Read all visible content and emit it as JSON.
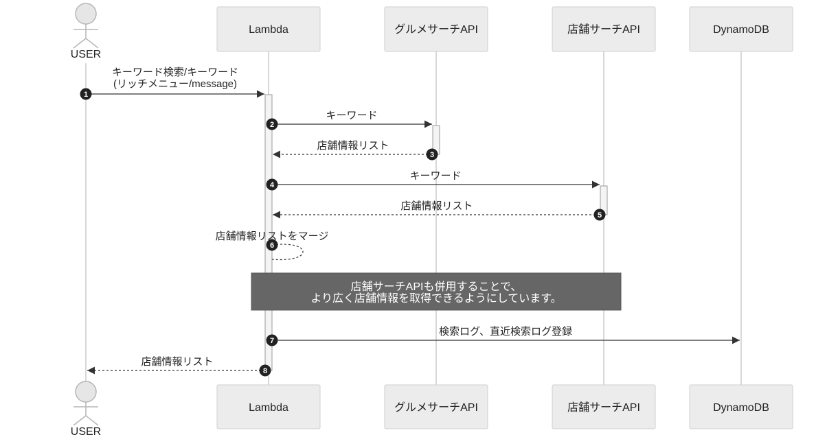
{
  "participants": {
    "user": "USER",
    "lambda": "Lambda",
    "gourmet": "グルメサーチAPI",
    "store": "店舗サーチAPI",
    "dynamo": "DynamoDB"
  },
  "messages": [
    {
      "num": "1",
      "line1": "キーワード検索/キーワード",
      "line2": "(リッチメニュー/message)"
    },
    {
      "num": "2",
      "label": "キーワード"
    },
    {
      "num": "3",
      "label": "店舗情報リスト"
    },
    {
      "num": "4",
      "label": "キーワード"
    },
    {
      "num": "5",
      "label": "店舗情報リスト"
    },
    {
      "num": "6",
      "label": "店舗情報リストをマージ"
    },
    {
      "num": "7",
      "label": "検索ログ、直近検索ログ登録"
    },
    {
      "num": "8",
      "label": "店舗情報リスト"
    }
  ],
  "note": {
    "line1": "店舗サーチAPIも併用することで、",
    "line2": "より広く店舗情報を取得できるようにしています。"
  },
  "colors": {
    "participant_fill": "#ececec",
    "participant_border": "#cfcfcf",
    "lifeline": "#cccccc",
    "arrow": "#333333",
    "note_fill": "#666666",
    "badge": "#222222"
  }
}
